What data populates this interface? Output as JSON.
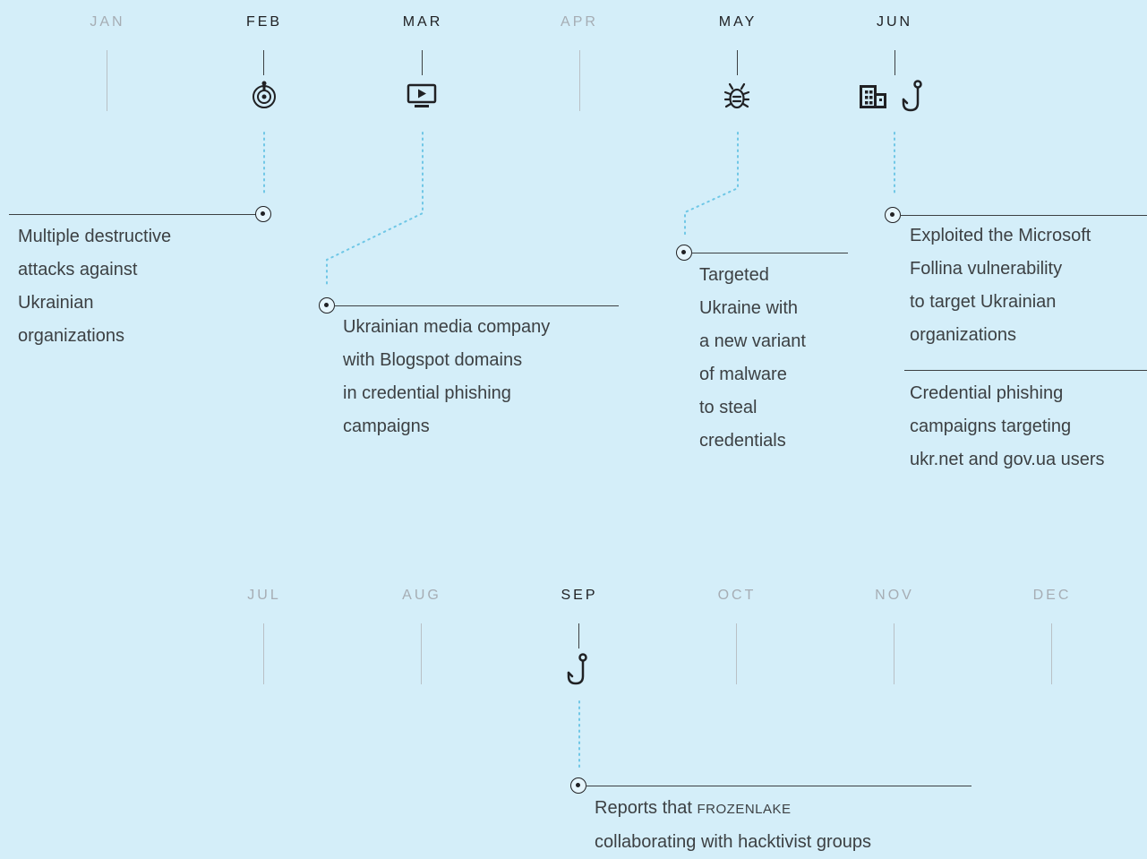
{
  "months_top": [
    "JAN",
    "FEB",
    "MAR",
    "APR",
    "MAY",
    "JUN"
  ],
  "months_bottom": [
    "JUL",
    "AUG",
    "SEP",
    "OCT",
    "NOV",
    "DEC"
  ],
  "colors": {
    "background": "#d4eef9",
    "connector_dots": "#6fc7e6",
    "ink": "#202124",
    "dim": "#a6adb4"
  },
  "icons": {
    "feb": "target-icon",
    "mar": "video-player-icon",
    "may": "bug-icon",
    "jun": [
      "building-icon",
      "fishing-hook-icon"
    ],
    "sep": "fishing-hook-icon"
  },
  "events": {
    "feb": "Multiple destructive\nattacks against\nUkrainian\norganizations",
    "mar": "Ukrainian media company\nwith Blogspot domains\nin credential phishing\ncampaigns",
    "may": "Targeted\nUkraine with\na new variant\nof malware\nto steal\ncredentials",
    "jun_1": "Exploited the Microsoft\nFollina vulnerability\nto target Ukrainian\norganizations",
    "jun_2": "Credential phishing\ncampaigns targeting\nukr.net and gov.ua users",
    "sep_prefix": "Reports that ",
    "sep_name": "FROZENLAKE",
    "sep_suffix": "\ncollaborating with hacktivist groups"
  }
}
